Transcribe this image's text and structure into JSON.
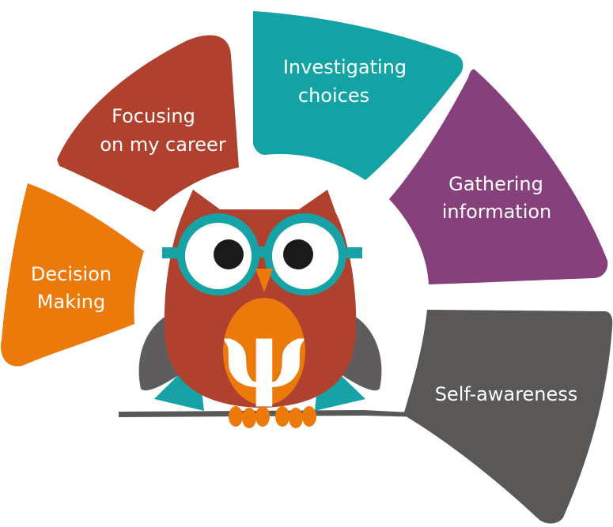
{
  "segments": [
    {
      "id": "decision",
      "lines": [
        "Decision",
        "Making"
      ],
      "color": "#ec7a0b"
    },
    {
      "id": "focusing",
      "lines": [
        "Focusing",
        "on my career"
      ],
      "color": "#b0412e"
    },
    {
      "id": "investigating",
      "lines": [
        "Investigating",
        "choices"
      ],
      "color": "#13a3a5"
    },
    {
      "id": "gathering",
      "lines": [
        "Gathering",
        "information"
      ],
      "color": "#86407c"
    },
    {
      "id": "self",
      "lines": [
        "Self-awareness"
      ],
      "color": "#5a5857"
    }
  ],
  "mascot": {
    "body_color": "#b0412e",
    "wing_color": "#5e5c5c",
    "glasses_color": "#17a3a5",
    "belly_color": "#ec7a0b",
    "feet_color": "#ec7a0b",
    "perch_color": "#5a5857",
    "symbol": "ψ"
  }
}
